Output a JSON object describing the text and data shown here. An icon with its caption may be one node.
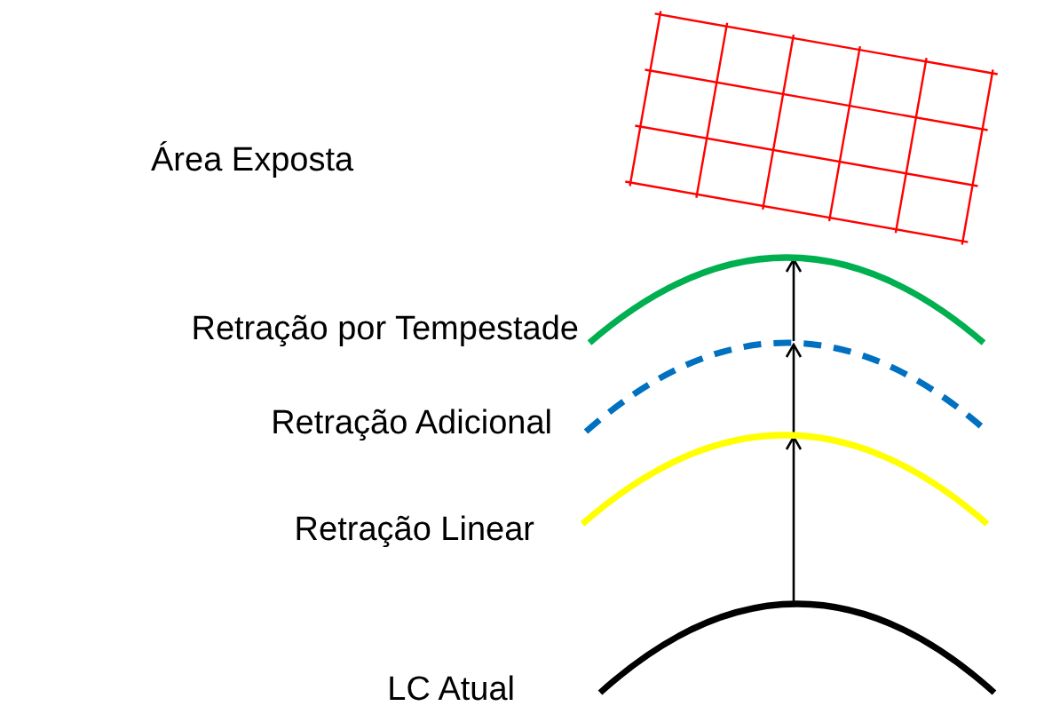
{
  "diagram": {
    "nodes": [
      {
        "text": [],
        "shape": "grid"
      },
      {
        "text": [],
        "shape": "arc",
        "beside": [
          "Retração por Tempestade"
        ]
      },
      {
        "text": [],
        "shape": "arc",
        "beside": [
          "Retração Adicional"
        ]
      },
      {
        "text": [],
        "shape": "arc",
        "beside": [
          "Retração Linear"
        ]
      },
      {
        "text": [],
        "shape": "arc",
        "beside": [
          "LC Atual"
        ]
      }
    ],
    "edges": [
      {
        "from": 4,
        "to": 3,
        "arrow": "to"
      },
      {
        "from": 3,
        "to": 2,
        "arrow": "to"
      },
      {
        "from": 2,
        "to": 1,
        "arrow": "to"
      }
    ],
    "labels": [
      "Área Exposta"
    ]
  }
}
